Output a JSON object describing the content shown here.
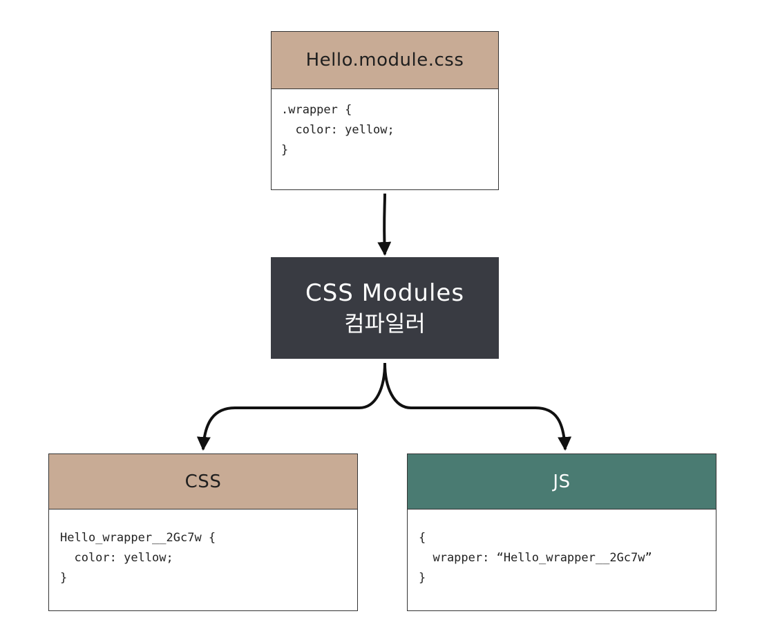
{
  "source_box": {
    "title": "Hello.module.css",
    "code": ".wrapper {\n  color: yellow;\n}"
  },
  "compiler": {
    "line1": "CSS Modules",
    "line2": "컴파일러"
  },
  "css_box": {
    "title": "CSS",
    "code": "Hello_wrapper__2Gc7w {\n  color: yellow;\n}"
  },
  "js_box": {
    "title": "JS",
    "code": "{\n  wrapper: “Hello_wrapper__2Gc7w”\n}"
  },
  "colors": {
    "tan_header": "#c8ab95",
    "teal_header": "#4a7b72",
    "compiler_bg": "#393b42",
    "arrow": "#111111"
  }
}
